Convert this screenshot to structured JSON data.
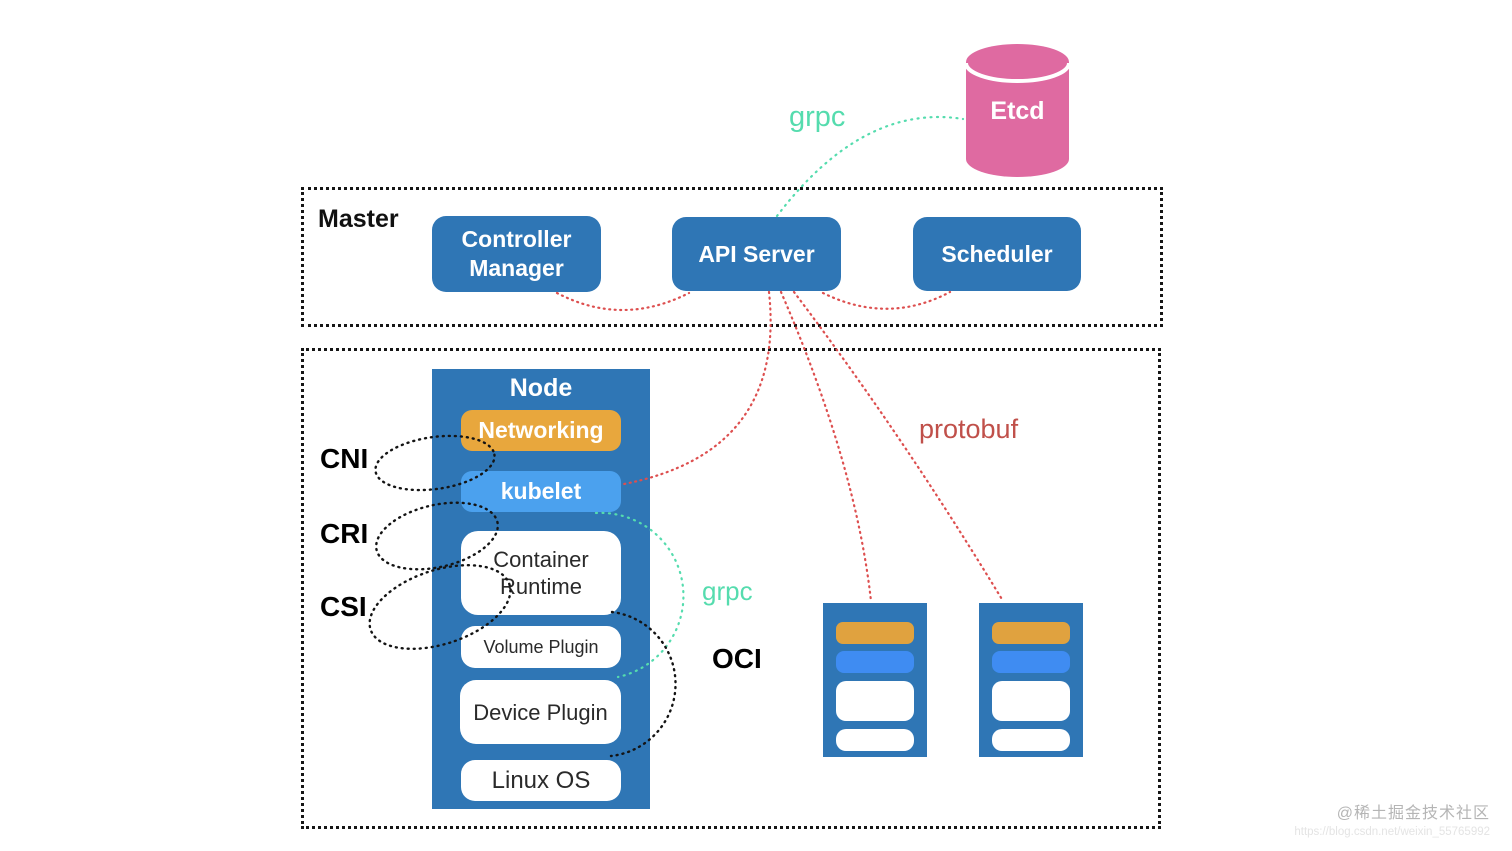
{
  "master": {
    "title": "Master",
    "controller_manager": "Controller Manager",
    "api_server": "API Server",
    "scheduler": "Scheduler"
  },
  "etcd": {
    "label": "Etcd"
  },
  "node": {
    "title": "Node",
    "networking": "Networking",
    "kubelet": "kubelet",
    "container_runtime": "Container Runtime",
    "volume_plugin": "Volume Plugin",
    "device_plugin": "Device Plugin",
    "linux_os": "Linux OS"
  },
  "interfaces": {
    "cni": "CNI",
    "cri": "CRI",
    "csi": "CSI",
    "oci": "OCI"
  },
  "protocols": {
    "grpc_etcd": "grpc",
    "grpc_runtime": "grpc",
    "protobuf": "protobuf"
  },
  "watermark": {
    "community": "@稀土掘金技术社区",
    "url": "https://blog.csdn.net/weixin_55765992"
  },
  "colors": {
    "primary_blue": "#2f76b5",
    "kubelet_blue": "#4ba1ee",
    "pod_bar_blue": "#3f8cf2",
    "accent_orange": "#e8a73d",
    "etcd_pink": "#df6aa1",
    "grpc_teal": "#55dcae",
    "line_red": "#dd4f4f"
  }
}
